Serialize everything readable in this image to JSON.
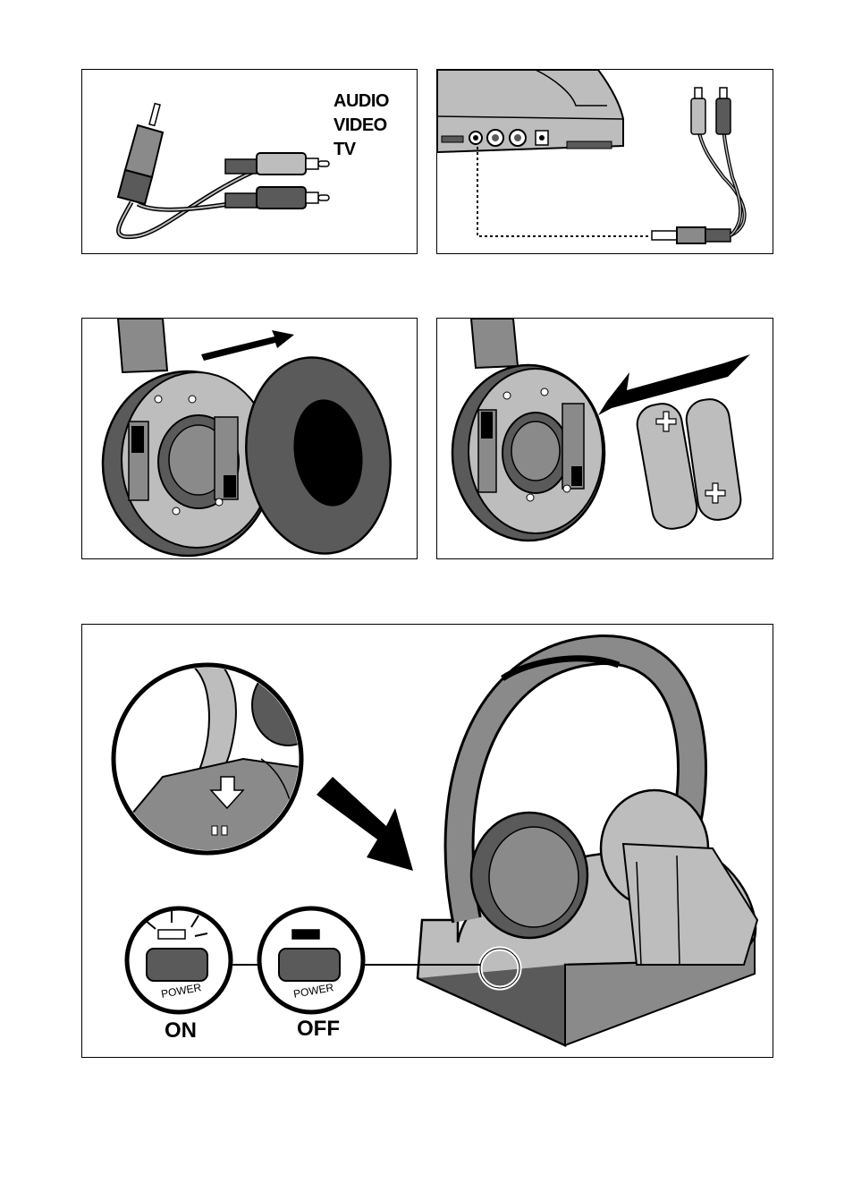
{
  "panel1": {
    "labels": [
      "AUDIO",
      "VIDEO",
      "TV"
    ]
  },
  "panel5": {
    "button_on": {
      "caption": "POWER",
      "state": "ON"
    },
    "button_off": {
      "caption": "POWER",
      "state": "OFF"
    }
  },
  "colors": {
    "ink": "#000000",
    "dark_gray": "#5a5a5a",
    "mid_gray": "#8a8a8a",
    "light_gray": "#bdbdbd",
    "paper": "#ffffff"
  }
}
